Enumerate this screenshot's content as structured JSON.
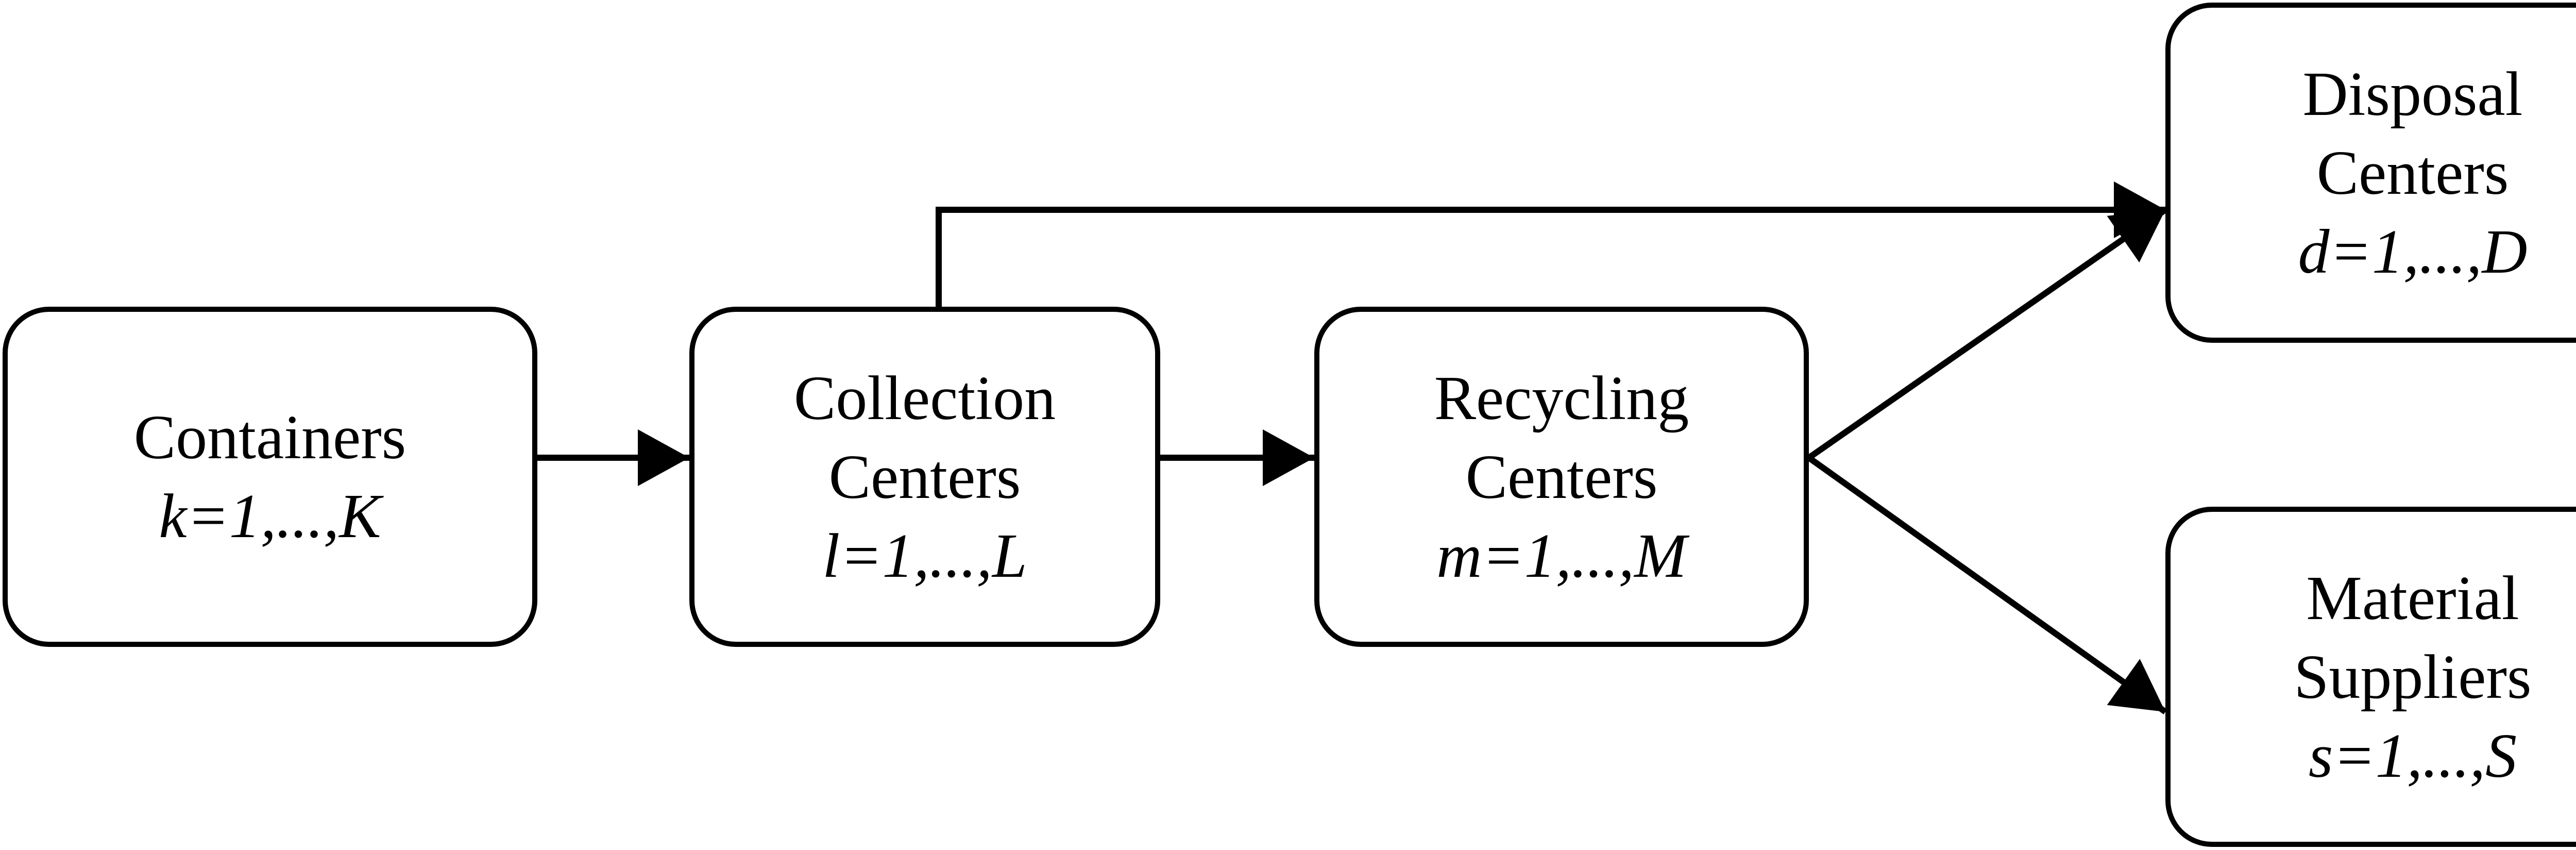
{
  "diagram": {
    "nodes": [
      {
        "id": "containers",
        "label_lines": [
          "Containers"
        ],
        "index": "k=1,...,K"
      },
      {
        "id": "collection",
        "label_lines": [
          "Collection",
          "Centers"
        ],
        "index": "l=1,...,L"
      },
      {
        "id": "recycling",
        "label_lines": [
          "Recycling",
          "Centers"
        ],
        "index": "m=1,...,M"
      },
      {
        "id": "disposal",
        "label_lines": [
          "Disposal",
          "Centers"
        ],
        "index": "d=1,...,D"
      },
      {
        "id": "suppliers",
        "label_lines": [
          "Material",
          "Suppliers"
        ],
        "index": "s=1,...,S"
      }
    ],
    "edges": [
      {
        "from": "containers",
        "to": "collection"
      },
      {
        "from": "collection",
        "to": "recycling"
      },
      {
        "from": "collection",
        "to": "disposal"
      },
      {
        "from": "recycling",
        "to": "disposal"
      },
      {
        "from": "recycling",
        "to": "suppliers"
      }
    ],
    "colors": {
      "stroke": "#000000",
      "fill": "#ffffff",
      "text": "#000000"
    }
  }
}
